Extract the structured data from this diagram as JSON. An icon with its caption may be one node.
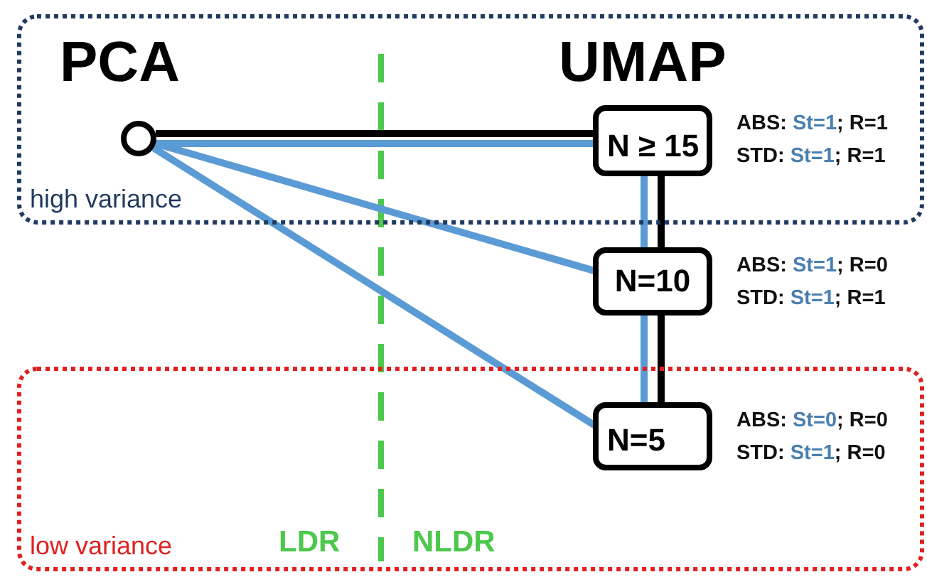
{
  "diagram": {
    "nodes": [
      {
        "text": [
          "high variance"
        ]
      },
      {
        "text": [],
        "shape": "circle",
        "in": 0
      },
      {
        "text": [
          "N ≥ 15"
        ],
        "in": 0,
        "beside": [
          "ABS: St=1; R=1",
          "STD: St=1; R=1"
        ]
      },
      {
        "text": [
          "N=10"
        ],
        "beside": [
          "ABS: St=1; R=0",
          "STD: St=1; R=1"
        ]
      },
      {
        "text": [
          "low variance"
        ]
      },
      {
        "text": [
          "N=5"
        ],
        "in": 4,
        "beside": [
          "ABS: St=0; R=0",
          "STD: St=1; R=0"
        ]
      }
    ],
    "edges": [
      {
        "from": 1,
        "to": 2,
        "arrow": "none",
        "color": "#000000"
      },
      {
        "from": 1,
        "to": 2,
        "arrow": "none"
      },
      {
        "from": 1,
        "to": 3,
        "arrow": "none"
      },
      {
        "from": 1,
        "to": 5,
        "arrow": "none"
      },
      {
        "from": 2,
        "to": 3,
        "arrow": "none",
        "color": "#000000"
      },
      {
        "from": 2,
        "to": 3,
        "arrow": "none"
      },
      {
        "from": 3,
        "to": 5,
        "arrow": "none",
        "color": "#000000"
      },
      {
        "from": 3,
        "to": 5,
        "arrow": "none"
      }
    ],
    "labels": [
      "PCA",
      "UMAP",
      "LDR",
      "NLDR"
    ]
  }
}
